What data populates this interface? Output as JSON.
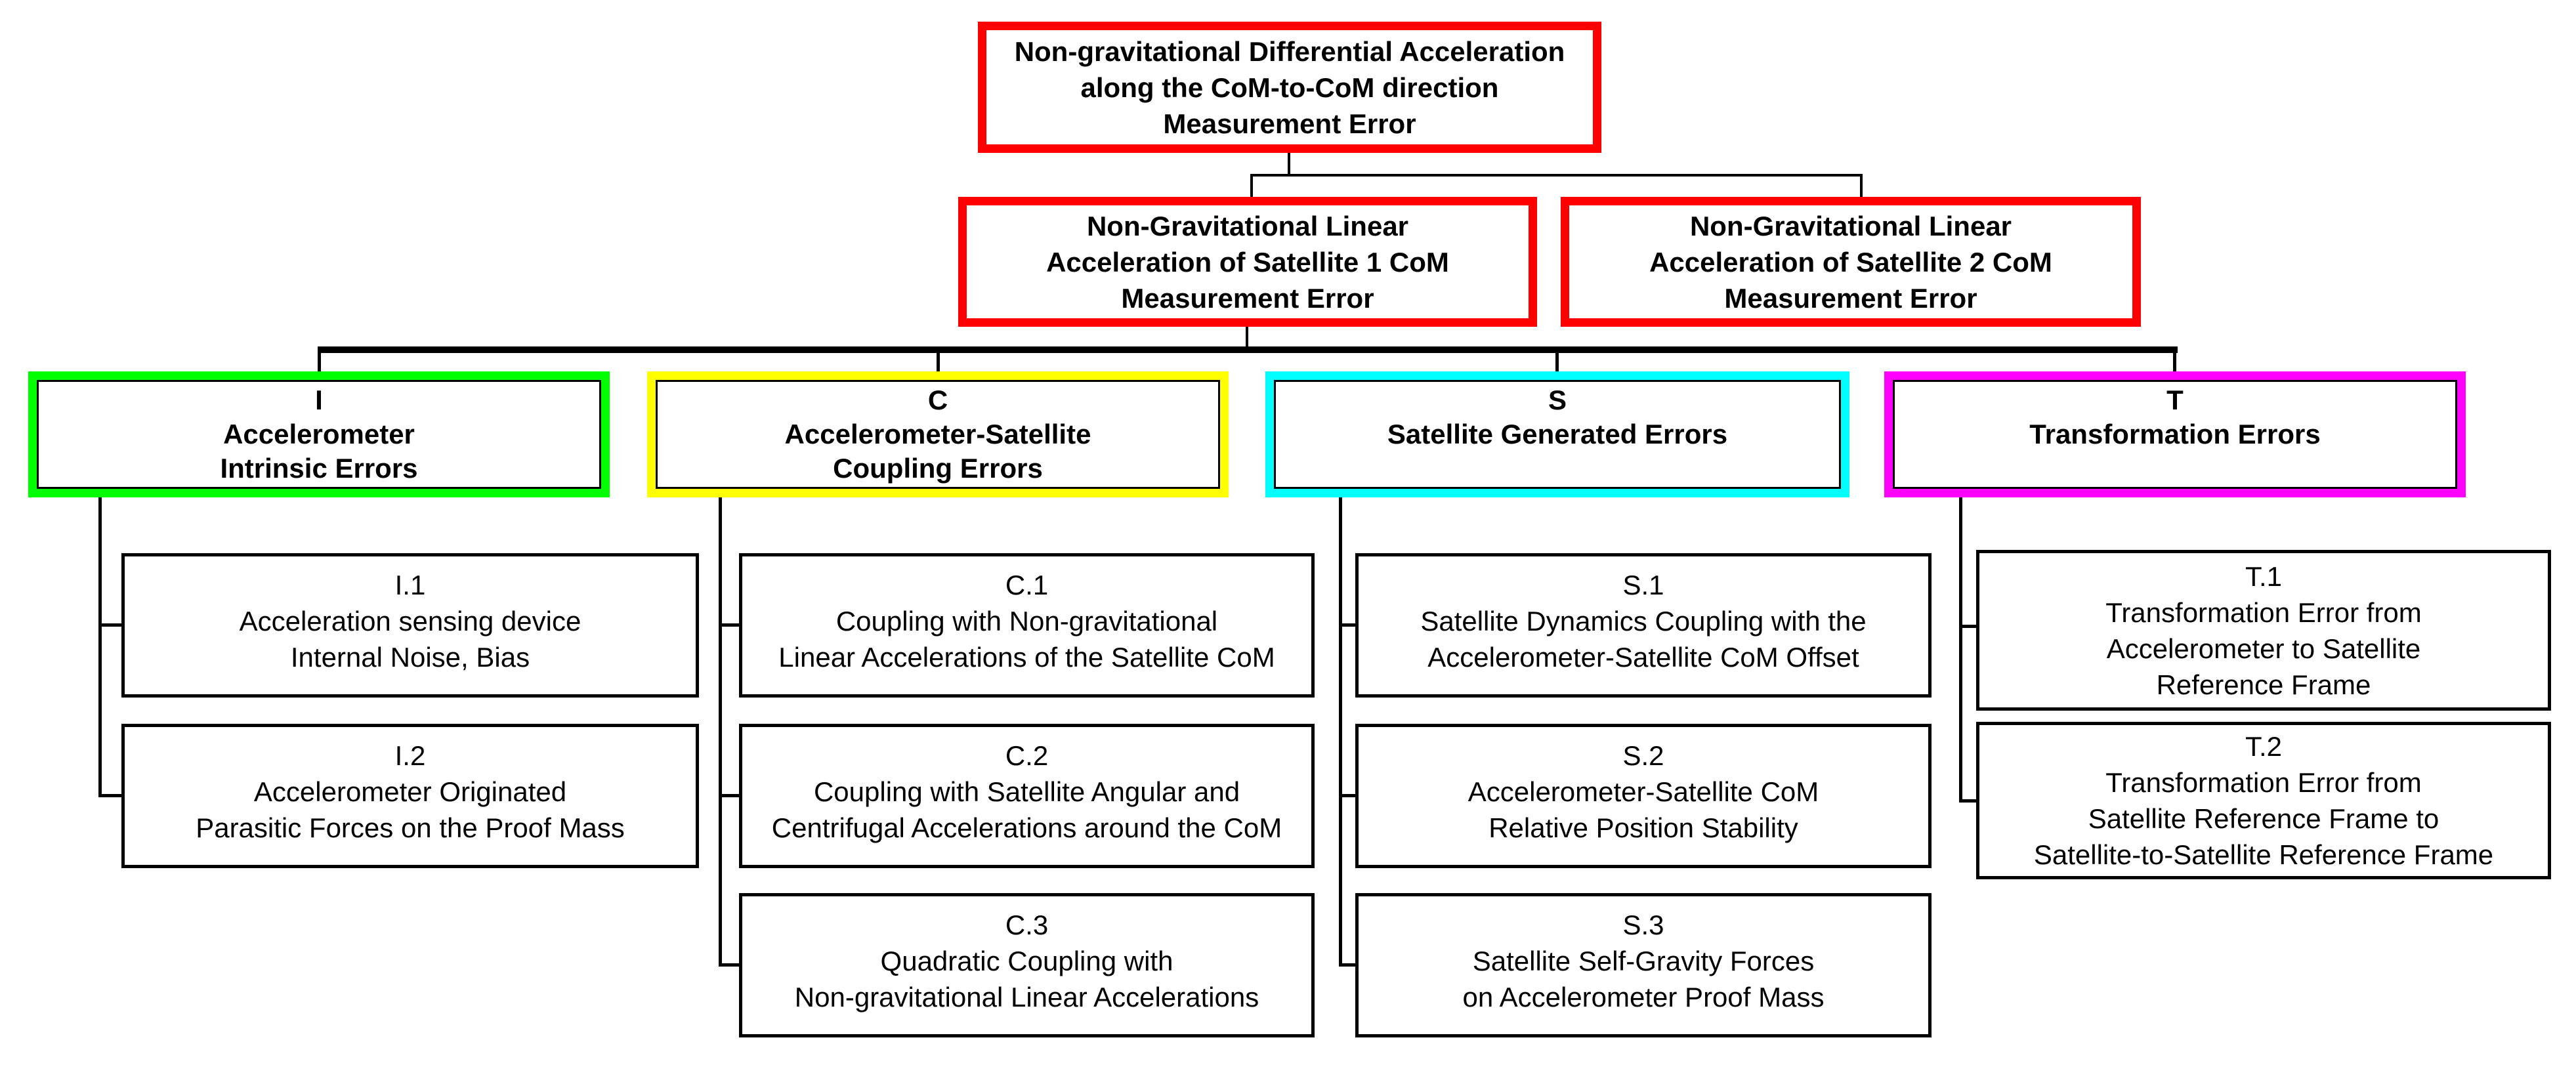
{
  "colors": {
    "level1_border": "#ff0000",
    "level2_border": "#ff0000",
    "category_intrinsic": "#00ff00",
    "category_coupling": "#ffff00",
    "category_satellite": "#00ffff",
    "category_transformation": "#ff00ff",
    "connector": "#000000",
    "text": "#000000",
    "background": "#ffffff"
  },
  "root": {
    "text": "Non-gravitational Differential Acceleration\nalong the CoM-to-CoM direction\nMeasurement Error"
  },
  "level2": {
    "satellite1": {
      "text": "Non-Gravitational Linear\nAcceleration of Satellite 1 CoM\nMeasurement Error"
    },
    "satellite2": {
      "text": "Non-Gravitational Linear\nAcceleration of Satellite 2 CoM\nMeasurement Error"
    }
  },
  "categories": {
    "intrinsic": {
      "code": "I",
      "title": "Accelerometer\nIntrinsic Errors"
    },
    "coupling": {
      "code": "C",
      "title": "Accelerometer-Satellite\nCoupling Errors"
    },
    "satellite": {
      "code": "S",
      "title": "Satellite Generated Errors"
    },
    "transformation": {
      "code": "T",
      "title": "Transformation Errors"
    }
  },
  "leaves": {
    "I1": {
      "code": "I.1",
      "text": "Acceleration sensing device\nInternal Noise, Bias"
    },
    "I2": {
      "code": "I.2",
      "text": "Accelerometer Originated\nParasitic Forces on the Proof Mass"
    },
    "C1": {
      "code": "C.1",
      "text": "Coupling with Non-gravitational\nLinear Accelerations of the Satellite CoM"
    },
    "C2": {
      "code": "C.2",
      "text": "Coupling with Satellite Angular and\nCentrifugal Accelerations around the CoM"
    },
    "C3": {
      "code": "C.3",
      "text": "Quadratic Coupling with\nNon-gravitational Linear Accelerations"
    },
    "S1": {
      "code": "S.1",
      "text": "Satellite Dynamics Coupling with the\nAccelerometer-Satellite CoM Offset"
    },
    "S2": {
      "code": "S.2",
      "text": "Accelerometer-Satellite CoM\nRelative Position Stability"
    },
    "S3": {
      "code": "S.3",
      "text": "Satellite Self-Gravity Forces\non Accelerometer Proof Mass"
    },
    "T1": {
      "code": "T.1",
      "text": "Transformation Error from\nAccelerometer to Satellite\nReference Frame"
    },
    "T2": {
      "code": "T.2",
      "text": "Transformation Error from\nSatellite Reference Frame to\nSatellite-to-Satellite Reference Frame"
    }
  }
}
